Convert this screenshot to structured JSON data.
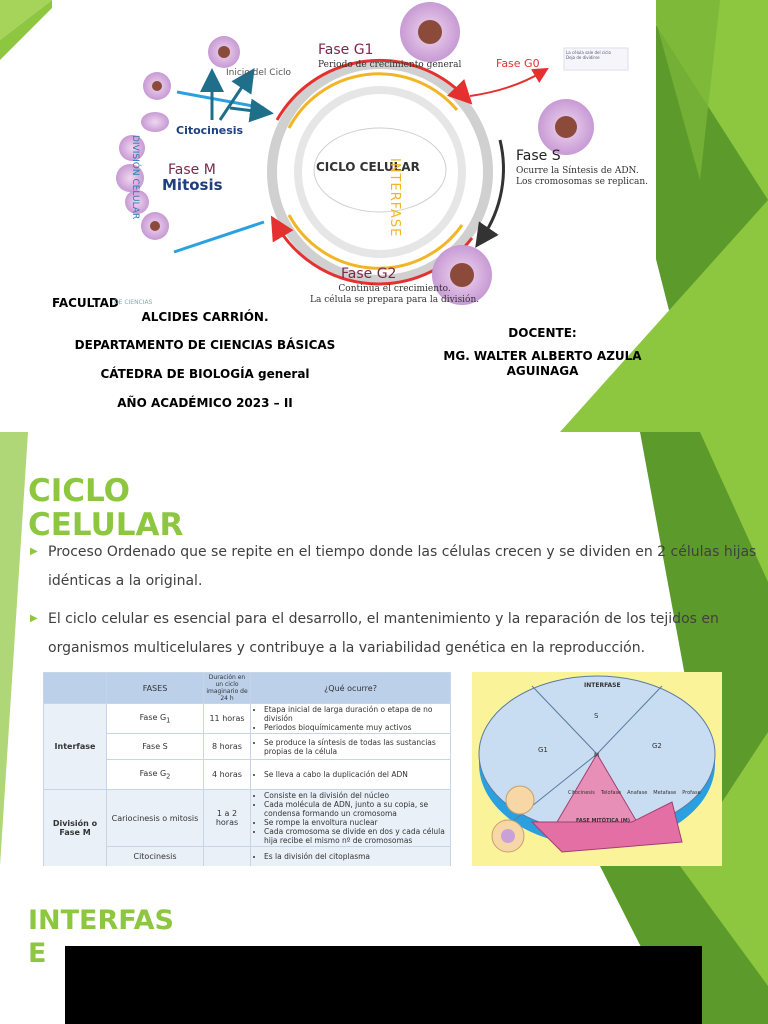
{
  "cover": {
    "diagram": {
      "center_label": "CICLO CELULAR",
      "inicio": "Inicio del Ciclo",
      "fase_g1": {
        "title": "Fase G1",
        "desc": "Periodo de crecimiento general"
      },
      "fase_g0": {
        "title": "Fase G0",
        "note_line1": "La célula sale del ciclo",
        "note_line2": "Deja de dividirse"
      },
      "fase_s": {
        "title": "Fase S",
        "desc_line1": "Ocurre la Síntesis de ADN.",
        "desc_line2": "Los cromosomas se replican."
      },
      "fase_g2": {
        "title": "Fase G2",
        "desc_line1": "Continúa el crecimiento.",
        "desc_line2": "La célula se prepara para la división."
      },
      "fase_m": {
        "title": "Fase M",
        "subtitle": "Mitosis"
      },
      "citocinesis": "Citocinesis",
      "interfase_arc": "INTERFASE",
      "division_arc": "DIVISIÓN CELULAR"
    },
    "faculty_label": "FACULTAD",
    "faculty_overlap": "DE CIENCIAS",
    "university_name": "ALCIDES CARRIÓN.",
    "department": "DEPARTAMENTO DE CIENCIAS BÁSICAS",
    "chair": "CÁTEDRA DE BIOLOGÍA general",
    "academic_year": "AÑO ACADÉMICO 2023 – II",
    "teacher_label": "DOCENTE:",
    "teacher_name_line1": "MG. WALTER ALBERTO AZULA",
    "teacher_name_line2": "AGUINAGA"
  },
  "slide2": {
    "title_line1": "CICLO",
    "title_line2": "CELULAR",
    "bullets": [
      "Proceso Ordenado que se repite en el tiempo donde las células crecen y se dividen en 2 células hijas idénticas a la original.",
      "El ciclo celular es esencial para el desarrollo, el mantenimiento y la reparación de los tejidos en organismos multicelulares y contribuye a la variabilidad genética en la reproducción."
    ],
    "table": {
      "header_fases": "FASES",
      "header_duracion": "Duración en un ciclo imaginario de 24 h",
      "header_que": "¿Qué ocurre?",
      "group_interfase": "Interfase",
      "group_division": "División o Fase M",
      "rows": [
        {
          "fase": "Fase G1",
          "duracion": "11 horas",
          "ocurre": [
            "Etapa inicial de larga duración o etapa de no división",
            "Periodos bioquímicamente muy activos"
          ]
        },
        {
          "fase": "Fase S",
          "duracion": "8 horas",
          "ocurre": [
            "Se produce la síntesis de todas las sustancias propias de la célula"
          ]
        },
        {
          "fase": "Fase G2",
          "duracion": "4 horas",
          "ocurre": [
            "Se lleva a cabo la duplicación del ADN"
          ]
        },
        {
          "fase": "Cariocinesis o mitosis",
          "duracion": "1 a 2 horas",
          "ocurre": [
            "Consiste en la división del núcleo",
            "Cada molécula de ADN, junto a su copia, se condensa formando un cromosoma",
            "Se rompe la envoltura nuclear",
            "Cada cromosoma se divide en dos y cada célula hija recibe el mismo nº de cromosomas"
          ]
        },
        {
          "fase": "Citocinesis",
          "duracion": "",
          "ocurre": [
            "Es la división del citoplasma"
          ]
        }
      ]
    },
    "wheel": {
      "interfase": "INTERFASE",
      "s": "S",
      "g1": "G1",
      "g2": "G2",
      "m": "M",
      "fase_mitotica": "FASE MITÓTICA (M)",
      "sub": [
        "Citocinesis",
        "Telofase",
        "Anafase",
        "Metafase",
        "Profase"
      ]
    }
  },
  "slide3": {
    "title_line1": "INTERFAS",
    "title_line2": "E"
  },
  "colors": {
    "accent_green": "#8dc63f",
    "dark_green": "#4e8a22",
    "pink": "#e0218a",
    "purple_text": "#4a3a8a"
  }
}
